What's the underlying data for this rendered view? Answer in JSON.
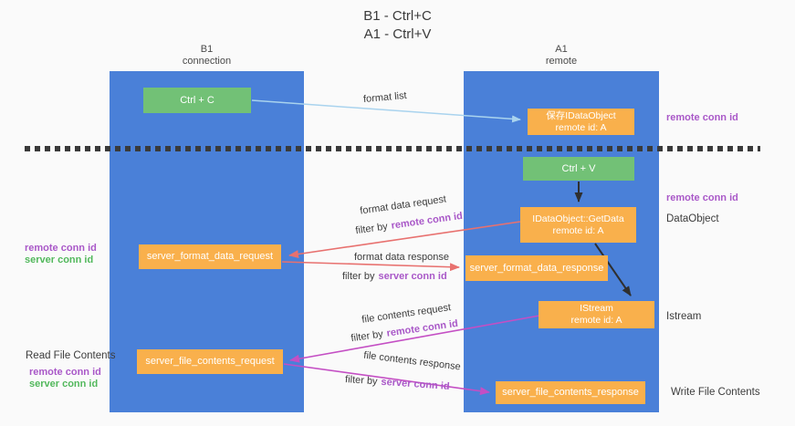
{
  "title": {
    "line1": "B1 - Ctrl+C",
    "line2": "A1 - Ctrl+V"
  },
  "lanes": {
    "b1": {
      "name": "B1",
      "subtitle": "connection"
    },
    "a1": {
      "name": "A1",
      "subtitle": "remote"
    }
  },
  "boxes": {
    "ctrl_c": {
      "label": "Ctrl + C"
    },
    "ctrl_v": {
      "label": "Ctrl + V"
    },
    "save_dataobject": {
      "line1": "保存IDataObject",
      "line2": "remote id: A"
    },
    "getdata": {
      "line1": "IDataObject::GetData",
      "line2": "remote id: A"
    },
    "istream": {
      "line1": "IStream",
      "line2": "remote id: A"
    },
    "server_format_data_request": {
      "label": "server_format_data_request"
    },
    "server_format_data_response": {
      "label": "server_format_data_response"
    },
    "server_file_contents_request": {
      "label": "server_file_contents_request"
    },
    "server_file_contents_response": {
      "label": "server_file_contents_response"
    }
  },
  "arrow_labels": {
    "format_list": "format list",
    "format_data_request": "format data request",
    "format_data_response": "format data response",
    "file_contents_request": "file contents request",
    "file_contents_response": "file contents response",
    "filter_by": "filter by",
    "remote_conn_id": "remote conn id",
    "server_conn_id": "server conn id"
  },
  "side_labels": {
    "remote_conn_id": "remote conn id",
    "server_conn_id": "server conn id",
    "dataobject": "DataObject",
    "istream": "Istream",
    "read_file_contents": "Read File Contents",
    "write_file_contents": "Write File Contents"
  },
  "colors": {
    "lane_blue": "#4a80d8",
    "box_orange": "#f9b04c",
    "box_green": "#72c176",
    "arrow_light_blue": "#a9d3ee",
    "arrow_salmon": "#e8716f",
    "arrow_magenta": "#c44fc4",
    "arrow_black": "#2f2f2f",
    "text_purple": "#a958c8",
    "text_green": "#52b85c",
    "text_dark": "#3c3c3c",
    "background": "#fafafa"
  }
}
